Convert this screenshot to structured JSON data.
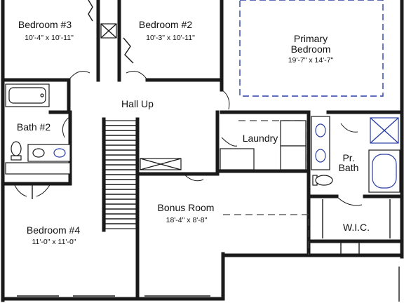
{
  "rooms": {
    "bedroom3": {
      "name": "Bedroom #3",
      "dims": "10'-4\" x 10'-11\""
    },
    "bedroom2": {
      "name": "Bedroom #2",
      "dims": "10'-3\" x 10'-11\""
    },
    "primary": {
      "name_line1": "Primary",
      "name_line2": "Bedroom",
      "dims": "19'-7\" x 14'-7\""
    },
    "hall": {
      "name": "Hall Up"
    },
    "bath2": {
      "name": "Bath #2"
    },
    "laundry": {
      "name": "Laundry"
    },
    "pr_bath": {
      "name_line1": "Pr.",
      "name_line2": "Bath"
    },
    "bonus": {
      "name": "Bonus Room",
      "dims": "18'-4\" x 8'-8\""
    },
    "bedroom4": {
      "name": "Bedroom #4",
      "dims": "11'-0\" x 11'-0\""
    },
    "wic": {
      "name": "W.I.C."
    }
  },
  "colors": {
    "wall": "#1a1a1a",
    "accent_blue": "#2a3fa6",
    "background": "#ffffff"
  }
}
